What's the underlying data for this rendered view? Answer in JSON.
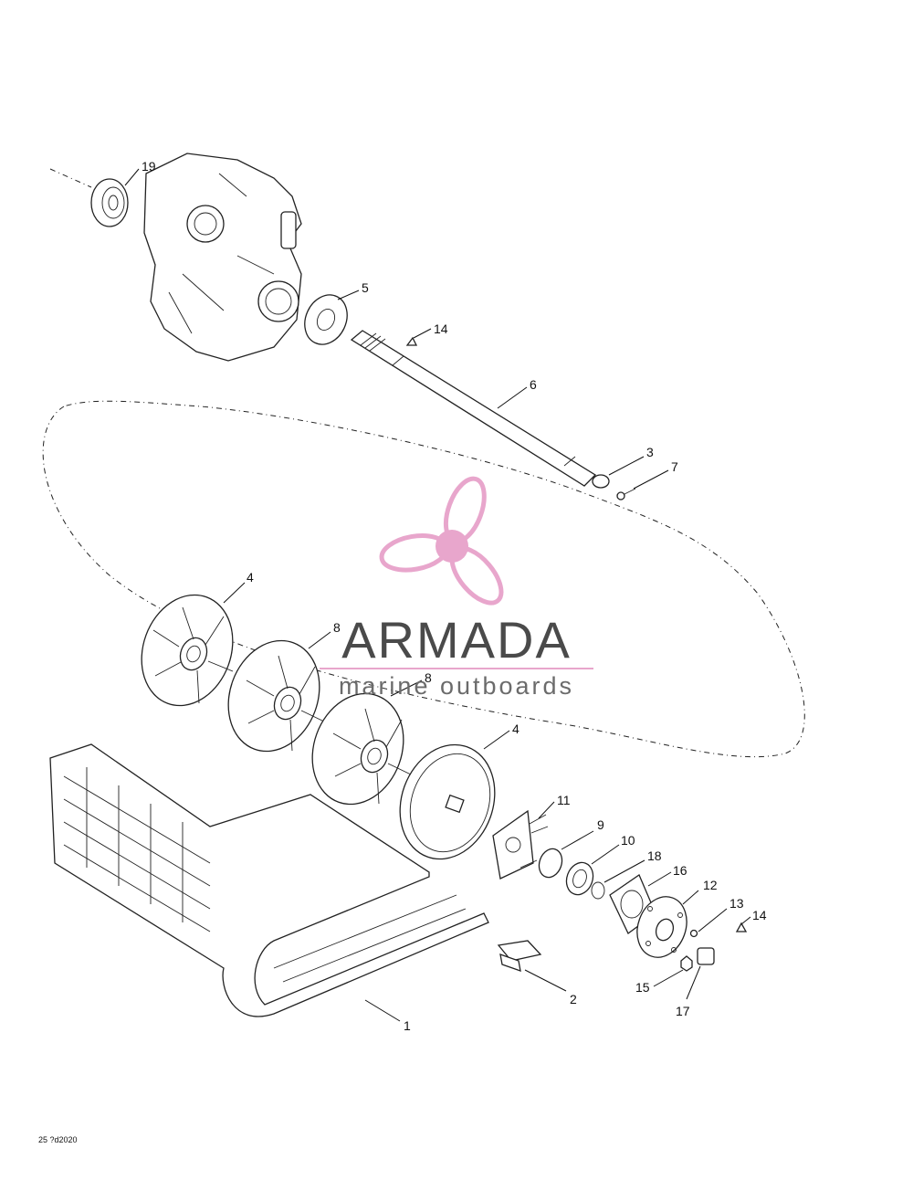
{
  "diagram": {
    "reference_code": "25 ?d2020",
    "callouts": {
      "c19": "19",
      "c5": "5",
      "c14a": "14",
      "c6": "6",
      "c3": "3",
      "c7": "7",
      "c4a": "4",
      "c8a": "8",
      "c8b": "8",
      "c4b": "4",
      "c11": "11",
      "c9": "9",
      "c10": "10",
      "c18": "18",
      "c16": "16",
      "c12": "12",
      "c13": "13",
      "c14b": "14",
      "c15": "15",
      "c17": "17",
      "c2": "2",
      "c1": "1"
    }
  },
  "watermark": {
    "brand": "ARMADA",
    "tagline": "marine outboards",
    "colors": {
      "propeller": "#e8a6cc",
      "brand_text": "#4a4a4a",
      "underline": "#e8a6cc"
    }
  }
}
